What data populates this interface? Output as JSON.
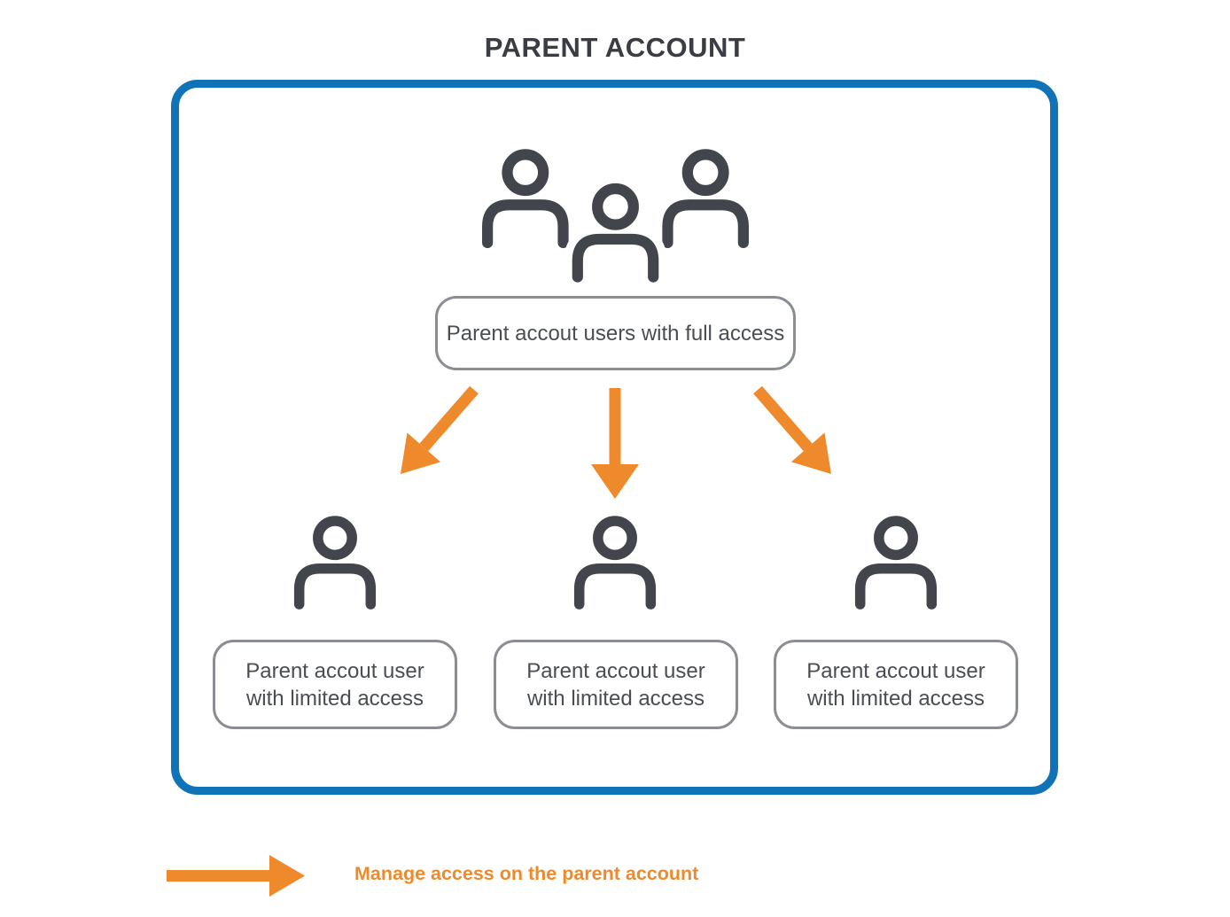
{
  "page": {
    "title": "PARENT ACCOUNT"
  },
  "diagram": {
    "full_access_box": {
      "label": "Parent accout users with full access"
    },
    "limited_access_boxes": [
      {
        "line1": "Parent accout user",
        "line2": "with limited access"
      },
      {
        "line1": "Parent accout user",
        "line2": "with limited access"
      },
      {
        "line1": "Parent accout user",
        "line2": "with limited access"
      }
    ]
  },
  "legend": {
    "label": "Manage access on the parent account"
  },
  "icons": {
    "group": "users-group-icon",
    "user": "user-icon",
    "flow_arrows": [
      "arrow-down-left-icon",
      "arrow-down-icon",
      "arrow-down-right-icon"
    ],
    "legend_arrow": "arrow-right-icon"
  },
  "colors": {
    "frame_blue": "#1072B7",
    "box_border_gray": "#8A8D93",
    "text_gray": "#4A4D53",
    "icon_gray": "#42454B",
    "title_gray": "#3A3D43",
    "arrow_orange": "#EE8A2B",
    "background": "#FFFFFF"
  }
}
